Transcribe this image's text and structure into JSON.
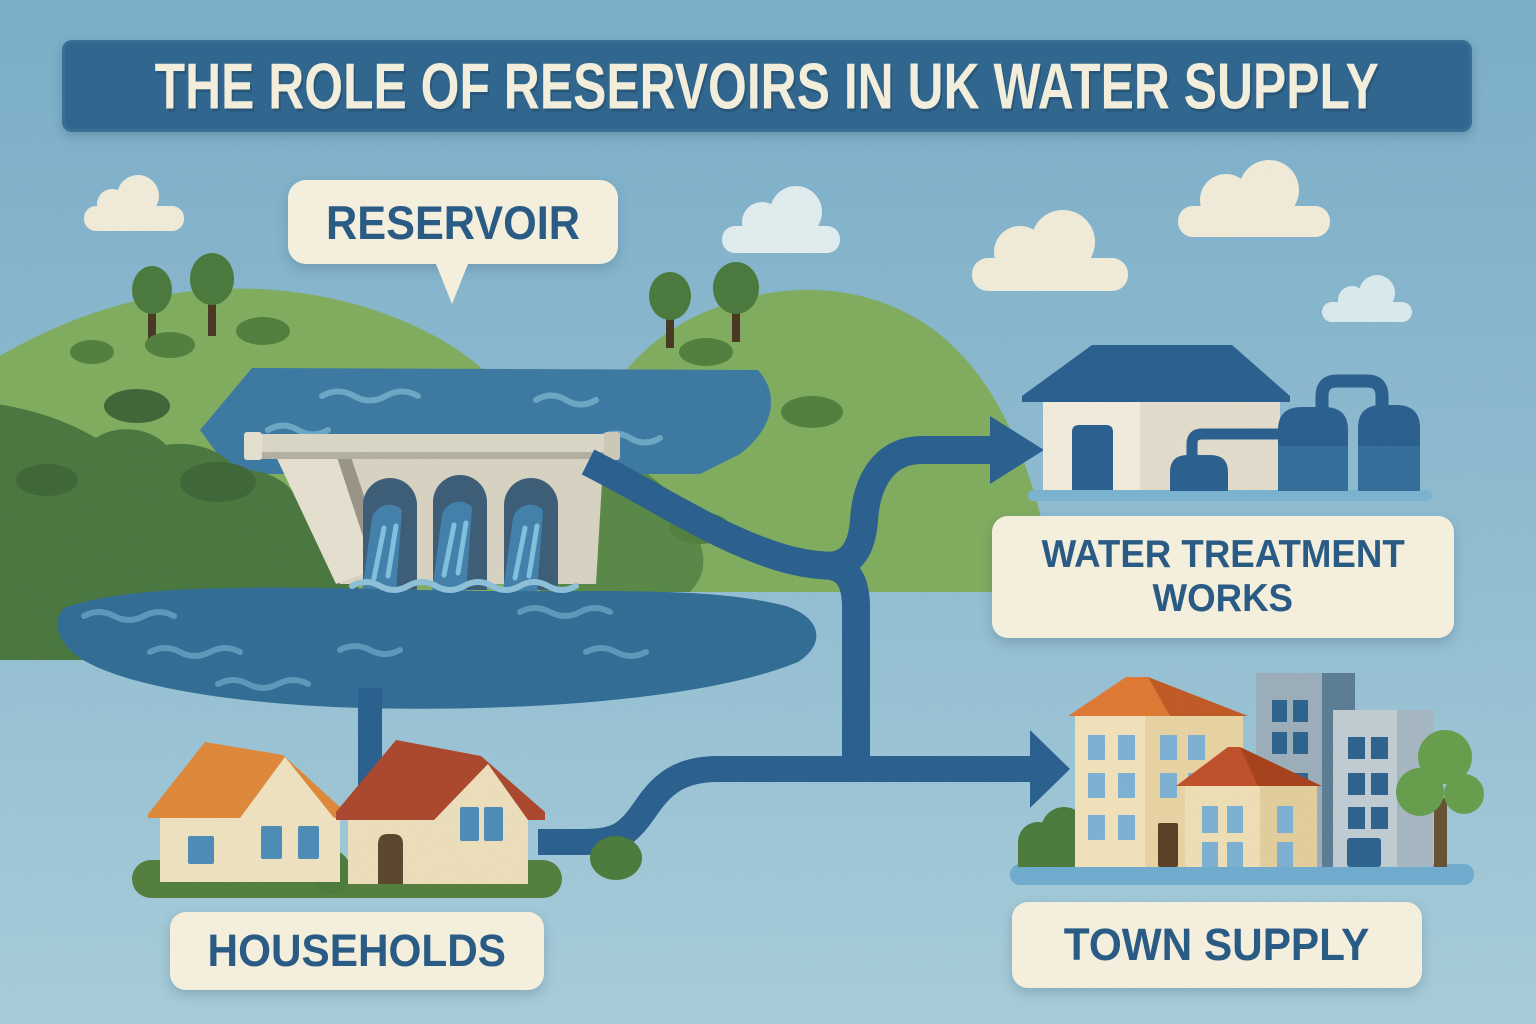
{
  "title": "THE ROLE OF RESERVOIRS IN UK WATER SUPPLY",
  "nodes": {
    "reservoir": {
      "label": "RESERVOIR",
      "icon": "dam-and-reservoir-icon"
    },
    "treatment": {
      "label": "WATER TREATMENT WORKS",
      "line1": "WATER TREATMENT",
      "line2": "WORKS",
      "icon": "treatment-plant-icon"
    },
    "households": {
      "label": "HOUSEHOLDS",
      "icon": "houses-icon"
    },
    "town": {
      "label": "TOWN SUPPLY",
      "icon": "town-buildings-icon"
    }
  },
  "flows": [
    {
      "from": "RESERVOIR",
      "to": "WATER TREATMENT WORKS",
      "style": "arrow"
    },
    {
      "from": "RESERVOIR",
      "to": "TOWN SUPPLY",
      "style": "arrow"
    },
    {
      "from": "RESERVOIR",
      "to": "HOUSEHOLDS",
      "style": "pipe"
    },
    {
      "from": "HOUSEHOLDS",
      "to": "TOWN SUPPLY",
      "style": "pipe"
    }
  ],
  "colors": {
    "sky_top": "#7db0ca",
    "sky_bottom": "#a9cfdc",
    "banner_blue": "#31678f",
    "pipe_blue": "#2d6290",
    "label_cream": "#f4eedd",
    "label_text_blue": "#295b84",
    "water_lake": "#3e7ba3",
    "water_pool": "#346f97",
    "hill_green": "#83af61",
    "hill_dark_green": "#4c7a41",
    "dam_stone": "#d9d4c3",
    "roof_orange": "#e08a3c",
    "roof_red": "#ad4a30",
    "grass_green": "#55813f"
  }
}
